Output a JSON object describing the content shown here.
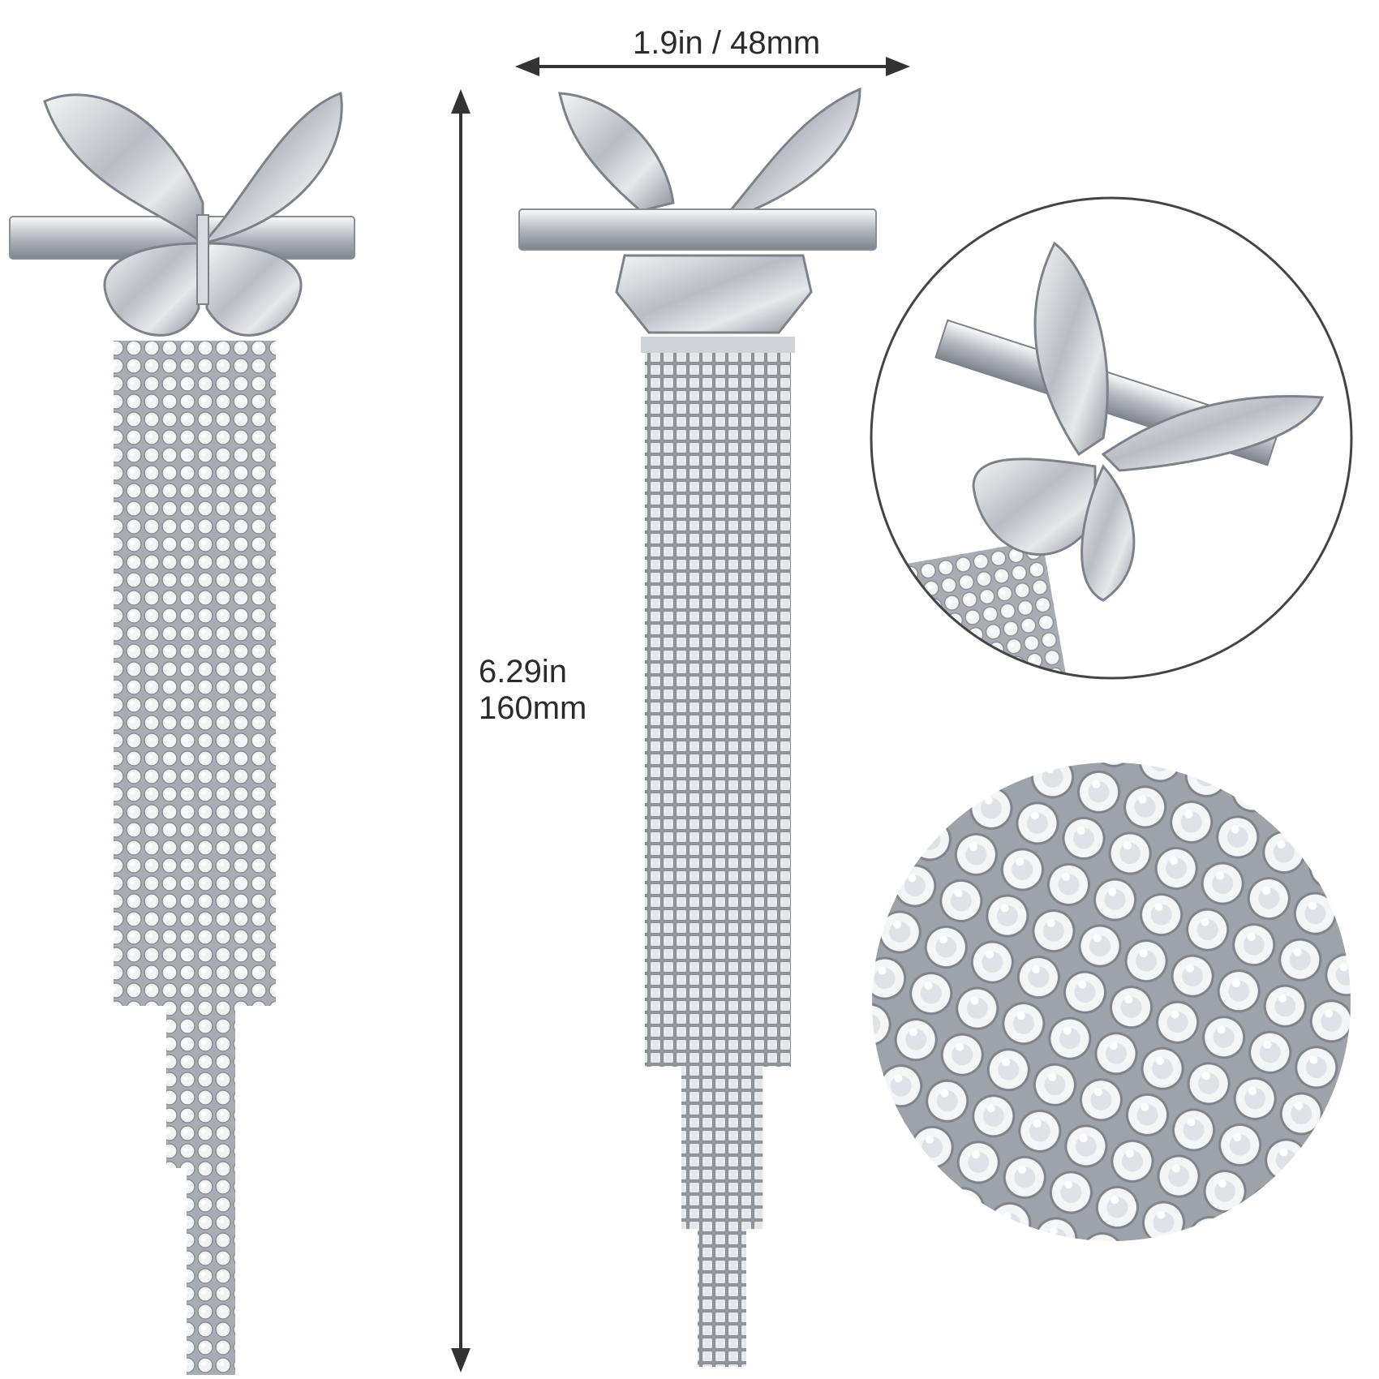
{
  "width_label": "1.9in / 48mm",
  "height_label_in": "6.29in",
  "height_label_mm": "160mm",
  "colors": {
    "background": "#ffffff",
    "metal": "#c9ccd1",
    "metal_dark": "#8f949b",
    "crystal": "#e9ecef",
    "text": "#2b2b2b"
  },
  "icons": [
    "butterfly-icon",
    "double-arrow-icon",
    "magnifier-circle-icon"
  ]
}
